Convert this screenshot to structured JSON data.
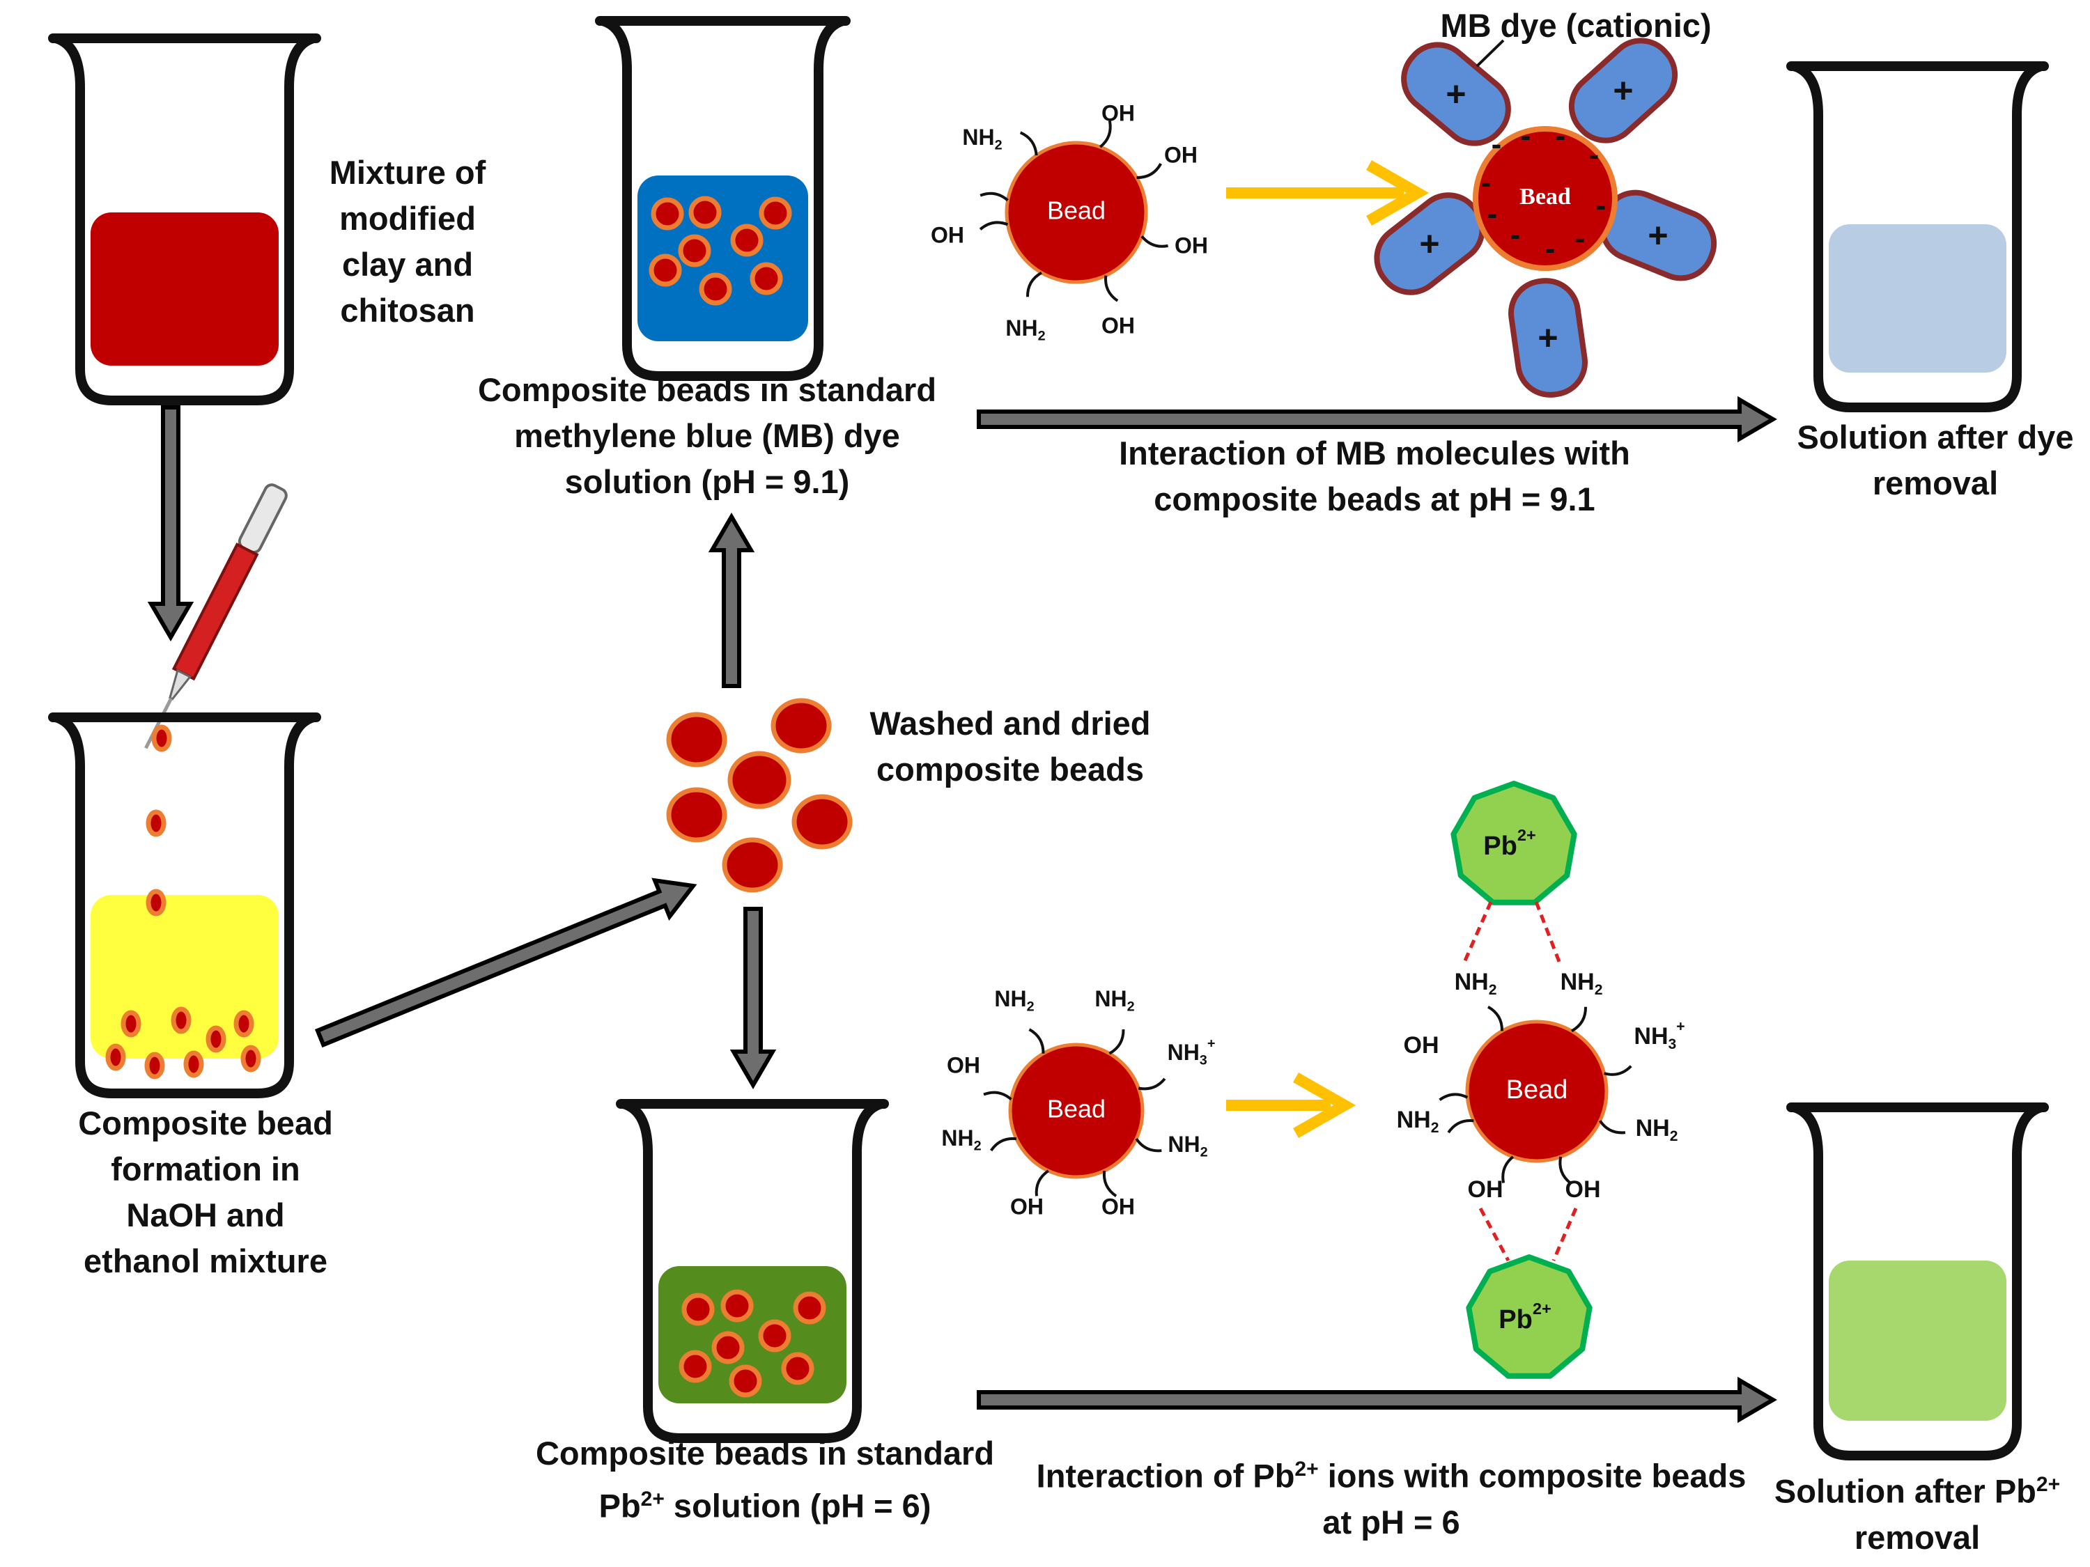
{
  "mixture": {
    "lines": [
      "Mixture of",
      "modified",
      "clay and",
      "chitosan"
    ]
  },
  "formation": {
    "lines": [
      "Composite bead",
      "formation in",
      "NaOH and",
      "ethanol mixture"
    ]
  },
  "washed": {
    "lines": [
      "Washed and dried",
      "composite beads"
    ]
  },
  "mb_beaker": {
    "lines": [
      "Composite beads in  standard",
      "methylene blue (MB) dye",
      "solution (pH = 9.1)"
    ]
  },
  "mb_interaction": {
    "lines": [
      "Interaction of MB molecules with",
      "composite beads at pH = 9.1"
    ]
  },
  "mb_after": {
    "lines": [
      "Solution after dye",
      "removal"
    ]
  },
  "mb_dye_label": "MB dye (cationic)",
  "pb_beaker": {
    "line1": "Composite beads in  standard",
    "line2_pre": "Pb",
    "line2_sup": "2+",
    "line2_post": " solution (pH = 6)"
  },
  "pb_interaction": {
    "line1_pre": "Interaction of Pb",
    "line1_sup": "2+",
    "line1_post": " ions with composite beads",
    "line2": "at pH = 6"
  },
  "pb_after": {
    "line1_pre": "Solution after Pb",
    "line1_sup": "2+",
    "line2": "removal"
  },
  "bead_word": "Bead",
  "groups": {
    "oh": "OH",
    "nh": "NH",
    "two": "2",
    "three": "3",
    "plus_sign": "+"
  },
  "charges": {
    "plus": "+",
    "minus": "-"
  },
  "pb_ion": {
    "symbol": "Pb",
    "charge": "2+"
  },
  "colors": {
    "beaker_outline": "#111111",
    "chitosan_clay": "#c00000",
    "naoh_ethanol": "#ffff40",
    "mb_solution": "#0070c0",
    "mb_after": "#b8cce4",
    "pb_solution": "#548c1e",
    "pb_after": "#a6d86e",
    "bead": "#c00000",
    "bead_rim": "#ed7d31",
    "dye_fill": "#5b8ed6",
    "dye_border": "#8b2a2a",
    "ion_fill": "#92d050",
    "ion_border": "#00b050",
    "process_arrow": "#6e6e6e",
    "reaction_arrow": "#ffc000",
    "bond_dashes": "#e02020"
  }
}
